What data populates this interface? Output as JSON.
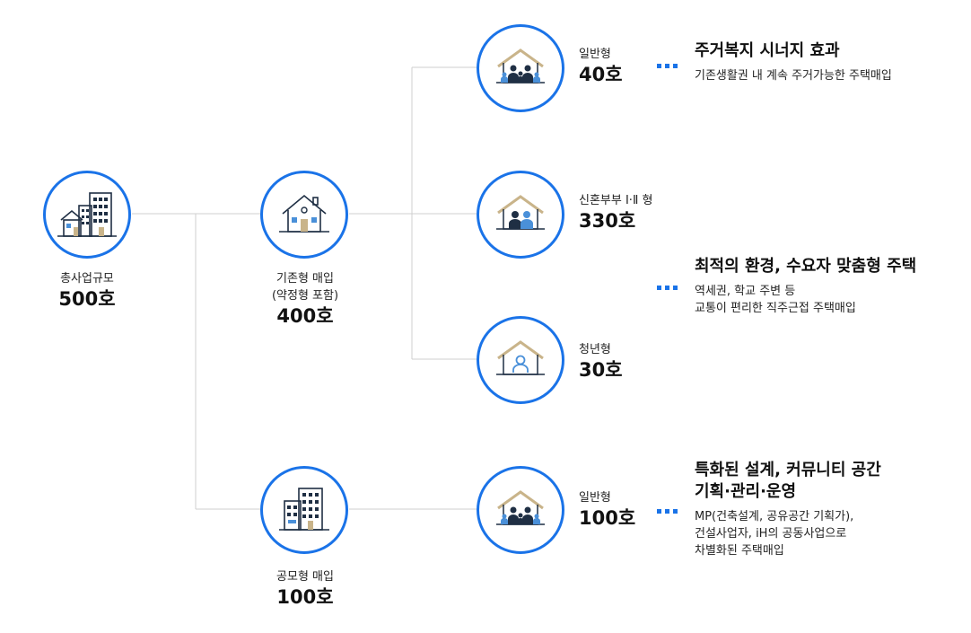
{
  "root": {
    "label": "총사업규모",
    "value": "500호"
  },
  "existing": {
    "label_line1": "기존형 매입",
    "label_line2": "(약정형 포함)",
    "value": "400호"
  },
  "contest": {
    "label": "공모형 매입",
    "value": "100호"
  },
  "leaves": [
    {
      "label": "일반형",
      "value": "40호",
      "icon": "house-family-icon"
    },
    {
      "label": "신혼부부 Ⅰ·Ⅱ 형",
      "value": "330호",
      "icon": "house-couple-icon"
    },
    {
      "label": "청년형",
      "value": "30호",
      "icon": "house-person-icon"
    },
    {
      "label": "일반형",
      "value": "100호",
      "icon": "house-family-icon"
    }
  ],
  "benefits": [
    {
      "title": "주거복지 시너지 효과",
      "desc": [
        "기존생활권 내 계속 주거가능한 주택매입"
      ]
    },
    {
      "title": "최적의 환경, 수요자 맞춤형 주택",
      "desc": [
        "역세권, 학교 주변 등",
        "교통이 편리한 직주근접 주택매입"
      ]
    },
    {
      "title_line1": "특화된 설계, 커뮤니티 공간",
      "title_line2": "기획·관리·운영",
      "desc": [
        "MP(건축설계, 공유공간 기획가),",
        "건설사업자, iH의 공동사업으로",
        "차별화된 주택매입"
      ]
    }
  ],
  "colors": {
    "accent": "#1a73e8",
    "line": "#cccccc",
    "roof": "#c9b48a",
    "person_dark": "#1f2f44",
    "person_light": "#4a90d9"
  }
}
